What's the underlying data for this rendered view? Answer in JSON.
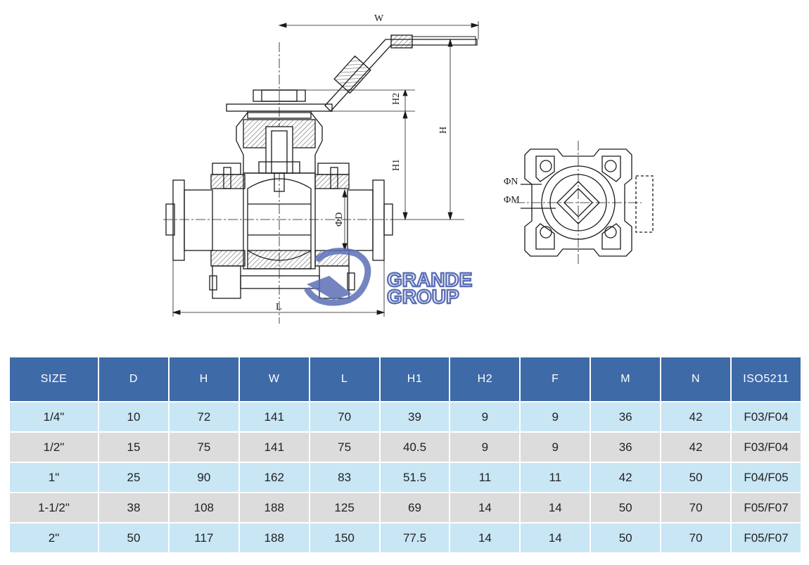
{
  "drawing": {
    "dim_labels": {
      "W": "W",
      "H": "H",
      "H1": "H1",
      "H2": "H2",
      "L": "L",
      "D": "ΦD",
      "N": "ΦN",
      "M": "ΦM"
    },
    "logo": {
      "line1": "GRANDE",
      "line2": "GROUP"
    },
    "colors": {
      "line": "#1a1a1a",
      "logo": "#5b6fb5"
    }
  },
  "table": {
    "columns": [
      "SIZE",
      "D",
      "H",
      "W",
      "L",
      "H1",
      "H2",
      "F",
      "M",
      "N",
      "ISO5211"
    ],
    "rows": [
      [
        "1/4\"",
        "10",
        "72",
        "141",
        "70",
        "39",
        "9",
        "9",
        "36",
        "42",
        "F03/F04"
      ],
      [
        "1/2\"",
        "15",
        "75",
        "141",
        "75",
        "40.5",
        "9",
        "9",
        "36",
        "42",
        "F03/F04"
      ],
      [
        "1\"",
        "25",
        "90",
        "162",
        "83",
        "51.5",
        "11",
        "11",
        "42",
        "50",
        "F04/F05"
      ],
      [
        "1-1/2\"",
        "38",
        "108",
        "188",
        "125",
        "69",
        "14",
        "14",
        "50",
        "70",
        "F05/F07"
      ],
      [
        "2\"",
        "50",
        "117",
        "188",
        "150",
        "77.5",
        "14",
        "14",
        "50",
        "70",
        "F05/F07"
      ]
    ],
    "colors": {
      "header": "#3e6aa7",
      "row_odd": "#c9e6f5",
      "row_even": "#dcdcdc"
    }
  }
}
